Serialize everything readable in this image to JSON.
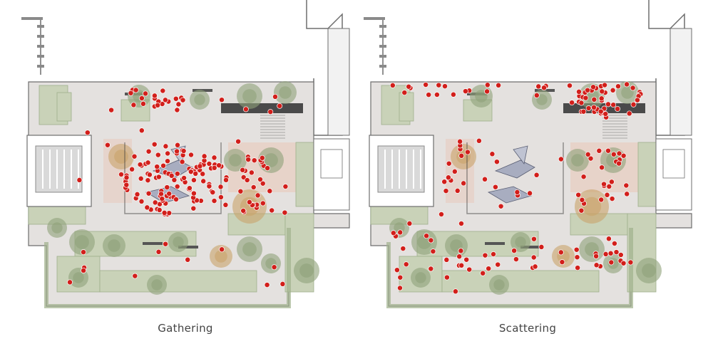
{
  "panels": [
    {
      "caption": "Gathering",
      "distribution": "clustered"
    },
    {
      "caption": "Scattering",
      "distribution": "dispersed"
    }
  ],
  "colors": {
    "background": "#ffffff",
    "paving": "#e4e1df",
    "paving_dark": "#cfcac6",
    "planting": "#c9d2b8",
    "planting_dark": "#9fb08c",
    "tree": "#8fa27a",
    "tree_autumn": "#c9a36a",
    "building": "#8a8a8a",
    "building_light": "#d9d9d9",
    "structure_line": "#6e6e6e",
    "bench": "#555555",
    "marker": "#d21f1b",
    "marker_stroke": "#ffffff",
    "brick_area": "#e7cfc3"
  },
  "icons": [
    "tree-icon",
    "sculpture-icon",
    "person-marker-icon",
    "bench-icon"
  ]
}
